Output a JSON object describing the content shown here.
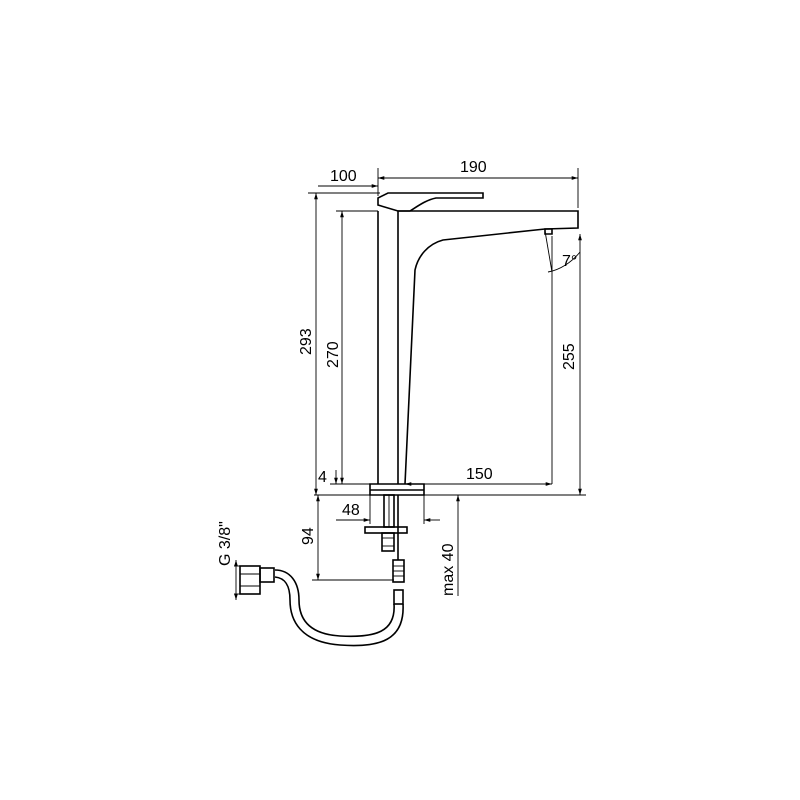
{
  "diagram": {
    "dimensions": {
      "d100": "100",
      "d190": "190",
      "d293": "293",
      "d270": "270",
      "d255": "255",
      "d4": "4",
      "d150": "150",
      "d48": "48",
      "d94": "94",
      "dmax40": "max 40",
      "thread": "G 3/8\"",
      "angle": "7°"
    }
  }
}
